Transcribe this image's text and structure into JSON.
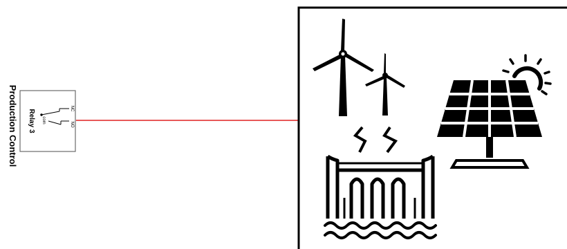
{
  "module": {
    "title": "Production Control",
    "relay_label": "Relay 3",
    "pins": {
      "nc": "NC",
      "no": "NO",
      "com": "com"
    }
  },
  "connection": {
    "color": "#e02020"
  },
  "energy_panel": {
    "icons": [
      "wind-turbines-icon",
      "solar-panel-icon",
      "sun-icon",
      "lightning-icon",
      "hydro-dam-icon",
      "water-waves-icon"
    ]
  }
}
